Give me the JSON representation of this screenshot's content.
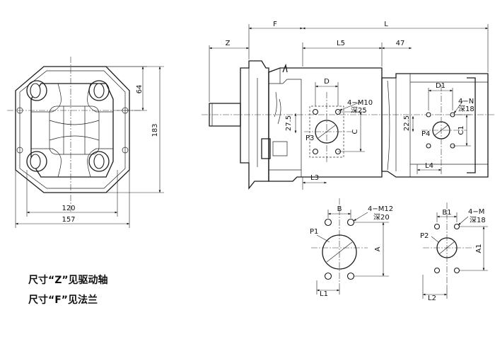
{
  "dimensions": {
    "z": "Z",
    "f": "F",
    "l": "L",
    "l5": "L5",
    "d47": "47",
    "d": "D",
    "d1": "D1",
    "thread_main": "4−M10",
    "depth_main": "深25",
    "thread_aux": "4−N",
    "depth_aux": "深18",
    "d27_5": "27.5",
    "d22_5": "22.5",
    "c": "C",
    "c1": "C1",
    "p3": "P3",
    "p4": "P4",
    "l3": "L3",
    "l4": "L4",
    "d64": "64",
    "d183": "183",
    "d120": "120",
    "d157": "157",
    "b": "B",
    "b1": "B1",
    "thread_flange1": "4−M12",
    "depth_flange1": "深20",
    "thread_flange2": "4−M",
    "depth_flange2": "深18",
    "p1": "P1",
    "p2": "P2",
    "a": "A",
    "a1": "A1",
    "l1": "L1",
    "l2": "L2"
  },
  "notes": {
    "note_z": "尺寸“Z”见驱动轴",
    "note_f": "尺寸“F”见法兰"
  }
}
